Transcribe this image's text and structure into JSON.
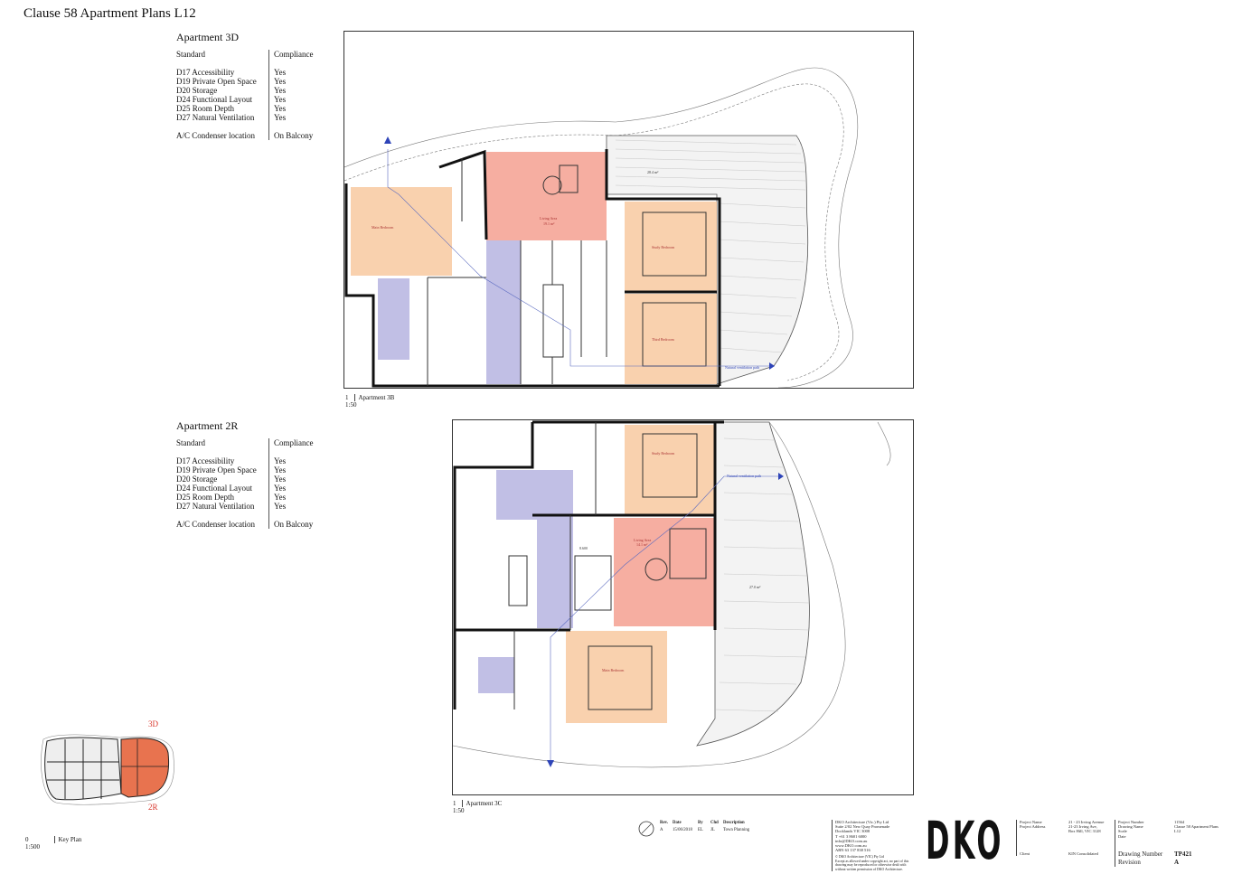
{
  "title": "Clause 58 Apartment Plans L12",
  "apartments": [
    {
      "name": "Apartment 3D",
      "standard_header": "Standard",
      "compliance_header": "Compliance",
      "rows": [
        {
          "standard": "D17 Accessibility",
          "compliance": "Yes"
        },
        {
          "standard": "D19 Private Open Space",
          "compliance": "Yes"
        },
        {
          "standard": "D20 Storage",
          "compliance": "Yes"
        },
        {
          "standard": "D24 Functional Layout",
          "compliance": "Yes"
        },
        {
          "standard": "D25 Room Depth",
          "compliance": "Yes"
        },
        {
          "standard": "D27 Natural Ventilation",
          "compliance": "Yes"
        }
      ],
      "ac_label": "A/C Condenser location",
      "ac_value": "On Balcony",
      "plan_number": "1",
      "plan_scale": "1:50",
      "plan_label": "Apartment 3B"
    },
    {
      "name": "Apartment 2R",
      "standard_header": "Standard",
      "compliance_header": "Compliance",
      "rows": [
        {
          "standard": "D17 Accessibility",
          "compliance": "Yes"
        },
        {
          "standard": "D19 Private Open Space",
          "compliance": "Yes"
        },
        {
          "standard": "D20 Storage",
          "compliance": "Yes"
        },
        {
          "standard": "D24 Functional Layout",
          "compliance": "Yes"
        },
        {
          "standard": "D25 Room Depth",
          "compliance": "Yes"
        },
        {
          "standard": "D27 Natural Ventilation",
          "compliance": "Yes"
        }
      ],
      "ac_label": "A/C Condenser location",
      "ac_value": "On Balcony",
      "plan_number": "1",
      "plan_scale": "1:50",
      "plan_label": "Apartment 3C"
    }
  ],
  "plan_top": {
    "rooms": [
      "Main Bedroom",
      "Living Area",
      "Study Bedroom",
      "Third Bedroom"
    ],
    "balcony_area": "28.4 m²",
    "ventilation": "Natural ventilation path",
    "living_area": "19.1 m²"
  },
  "plan_bottom": {
    "rooms": [
      "Study Bedroom",
      "Living Area",
      "Main Bedroom"
    ],
    "balcony_area": "27.0 m²",
    "ventilation": "Natural ventilation path",
    "dimension": "8.600",
    "living_area": "14.1 m²"
  },
  "key_plan": {
    "label_top": "3D",
    "label_bottom": "2R",
    "number": "0",
    "scale": "1:500",
    "caption": "Key Plan",
    "highlight_color": "#e8734f"
  },
  "revision_table": {
    "headers": [
      "Rev.",
      "Date",
      "By",
      "Chd",
      "Description"
    ],
    "row": [
      "A",
      "15/06/2018",
      "EL",
      "JL",
      "Town Planning"
    ]
  },
  "firm": {
    "lines": [
      "DKO Architecture (Vic.) Pty Ltd",
      "Suite 2/02 New Quay Promenade",
      "Docklands VIC 3008",
      "T +61 3 8601 6000",
      "info@DKO.com.au",
      "www.DKO.com.au",
      "ABN 63 137 838 516"
    ],
    "copyright": [
      "© DKO Architecture (VIC) Pty Ltd",
      "Except as allowed under copyright act, no part of this",
      "drawing may be reproduced or otherwise dealt with",
      "without written permission of DKO Architecture."
    ],
    "logo": "DKO"
  },
  "project": {
    "name_label": "Project Name",
    "address_label": "Project Address",
    "name_value": "21 - 23 Irving Avenue",
    "address_lines": [
      "21-23 Irving Ave,",
      "Box Hill, VIC 3128"
    ],
    "client_label": "Client",
    "client_value": "KIN Consolidated",
    "meta_labels": [
      "Project Number",
      "Drawing Name",
      "Scale",
      "Date"
    ],
    "meta_values": [
      "11564",
      "Clause 58 Apartment Plans",
      "L12",
      ""
    ],
    "drawing_number_label": "Drawing Number",
    "drawing_number": "TP421",
    "revision_label": "Revision",
    "revision": "A"
  },
  "colors": {
    "bedroom": "#f8c9a0",
    "living": "#f4a090",
    "circulation": "#b6b4e0",
    "accent_red": "#d9362b"
  }
}
